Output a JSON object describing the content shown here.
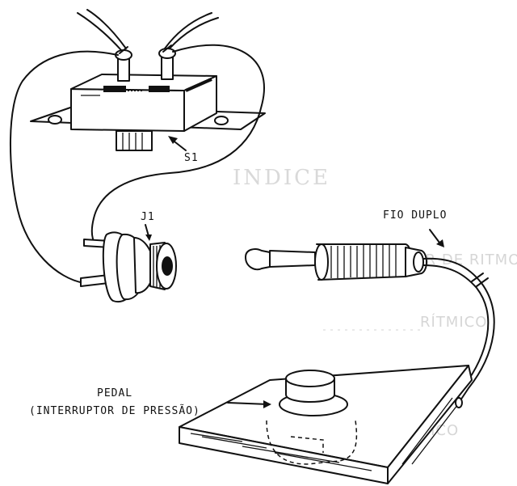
{
  "labels": {
    "switch": "S1",
    "jack": "J1",
    "cable": "FIO  DUPLO",
    "pedal_line1": "PEDAL",
    "pedal_line2": "(INTERRUPTOR DE PRESSÃO)"
  },
  "show_through": {
    "title": "INDICE",
    "line1": "ZADOR DE RITMO",
    "line2": "RÍTMICO",
    "line3": "E MIR ELETRÔNICO"
  },
  "colors": {
    "ink": "#111111",
    "paper": "#ffffff",
    "ghost": "#d9d9d9"
  }
}
